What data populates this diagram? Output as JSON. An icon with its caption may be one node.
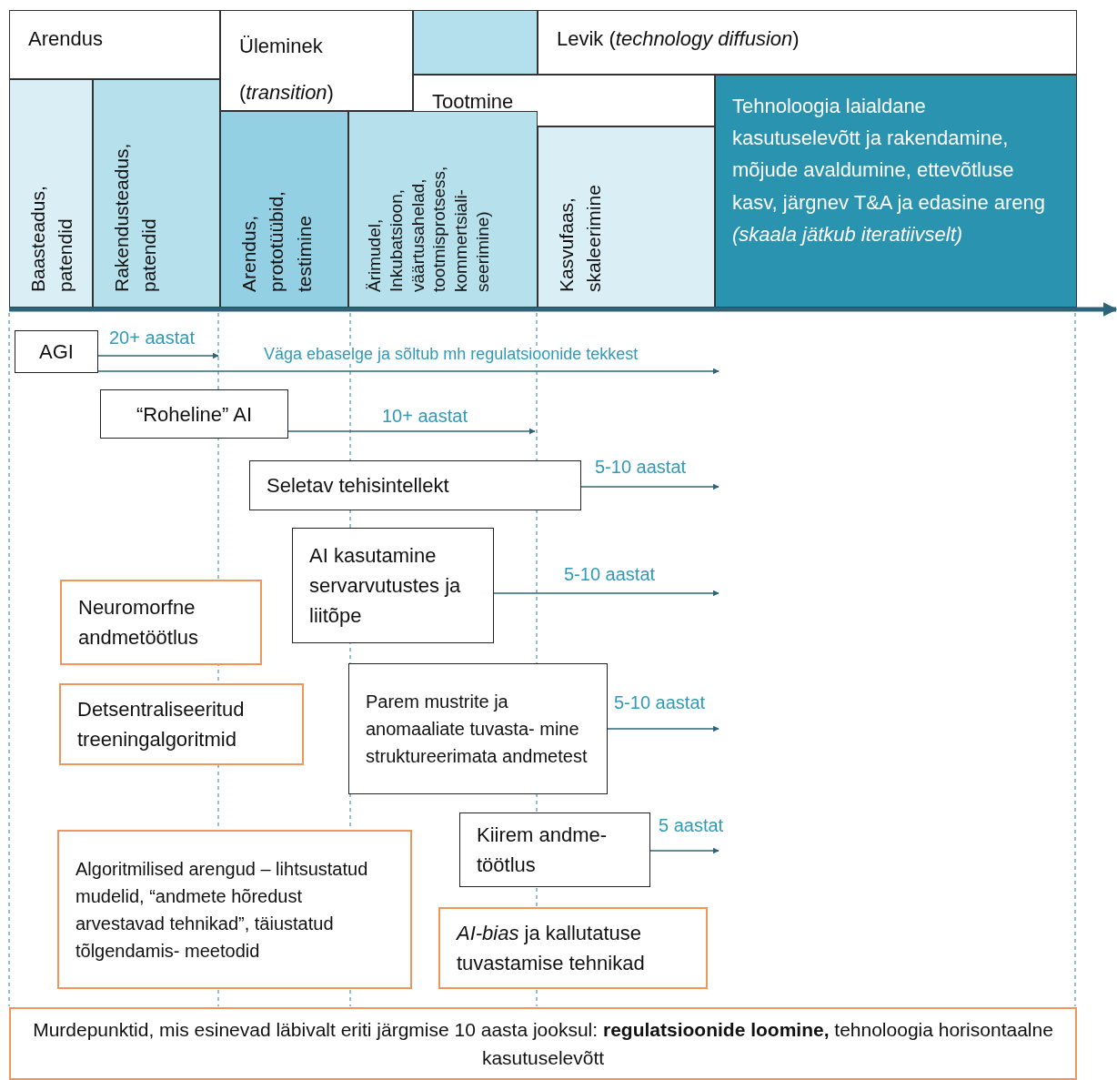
{
  "diagram": {
    "nodes": [
      {
        "text": [
          "Arendus"
        ]
      },
      {
        "text": [
          "Üleminek (*transition*)"
        ]
      },
      {
        "text": [],
        "shape": "box"
      },
      {
        "text": [
          "Levik (*technology diffusion*)"
        ]
      },
      {
        "text": [
          "Tootmine"
        ]
      },
      {
        "text": [
          "Baasteadus, patendid"
        ]
      },
      {
        "text": [
          "Rakendusteadus, patendid"
        ]
      },
      {
        "text": [
          "Arendus, prototüübid, testimine"
        ]
      },
      {
        "text": [
          "Ärimudel, Inkubatsioon, väärtusahelad, tootmisprotsess, kommertsiali- seerimine)"
        ]
      },
      {
        "text": [
          "Kasvufaas, skaleerimine"
        ]
      },
      {
        "text": [
          "Tehnoloogia laialdane kasutuselevõtt ja rakendamine, mõjude avaldumine, ettevõtluse kasv, järgnev T&A ja edasine areng *(skaala jätkub iteratiivselt)*"
        ]
      },
      {
        "text": [
          "AGI"
        ]
      },
      {
        "text": [
          "“Roheline” AI"
        ]
      },
      {
        "text": [
          "Seletav tehisintellekt"
        ]
      },
      {
        "text": [
          "AI kasutamine servarvutustes ja liitõpe"
        ]
      },
      {
        "text": [
          "Neuromorfne andmetöötlus"
        ]
      },
      {
        "text": [
          "Detsentraliseeritud treeningalgoritmid"
        ]
      },
      {
        "text": [
          "Parem mustrite ja anomaaliate tuvasta- mine struktureerimata andmetest"
        ]
      },
      {
        "text": [
          "Kiirem andme- töötlus"
        ]
      },
      {
        "text": [
          "Algoritmilised arengud – lihtsustatud mudelid, “andmete hõredust arvestavad tehnikad”, täiustatud tõlgendamis- meetodid"
        ]
      },
      {
        "text": [
          "*AI-bias* ja kallutatuse tuvastamise tehnikad"
        ]
      },
      {
        "text": [
          "Murdepunktid, mis esinevad läbivalt eriti järgmise 10 aasta jooksul: **regulatsioonide loomine,** tehnoloogia horisontaalne kasutuselevõtt"
        ]
      }
    ],
    "edges": [
      {
        "from": 11,
        "to": null,
        "arrow": "to",
        "label": "20+ aastat"
      },
      {
        "from": 11,
        "to": null,
        "arrow": "to",
        "label": "Väga ebaselge ja sõltub mh regulatsioonide tekkest"
      },
      {
        "from": 12,
        "to": null,
        "arrow": "to",
        "label": "10+ aastat"
      },
      {
        "from": 13,
        "to": null,
        "arrow": "to",
        "label": "5-10 aastat"
      },
      {
        "from": 14,
        "to": null,
        "arrow": "to",
        "label": "5-10 aastat"
      },
      {
        "from": 17,
        "to": null,
        "arrow": "to",
        "label": "5-10 aastat"
      },
      {
        "from": 18,
        "to": null,
        "arrow": "to",
        "label": "5 aastat"
      }
    ]
  }
}
